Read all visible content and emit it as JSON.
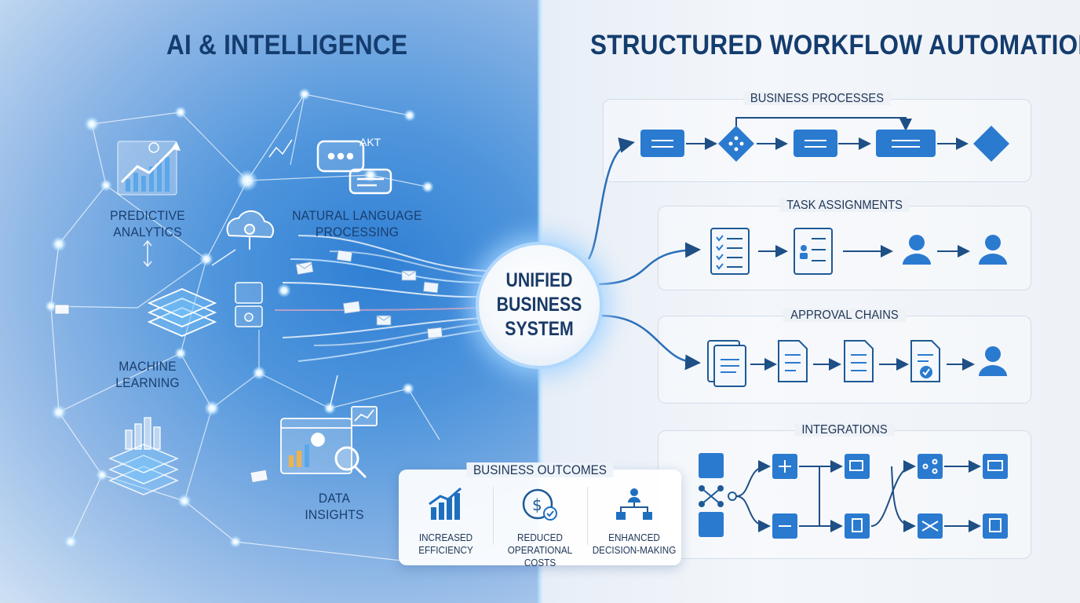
{
  "left_title": "AI & INTELLIGENCE",
  "right_title": "STRUCTURED WORKFLOW AUTOMATION",
  "left_nodes": {
    "predictive": [
      "PREDICTIVE",
      "ANALYTICS"
    ],
    "nlp": [
      "NATURAL LANGUAGE",
      "PROCESSING"
    ],
    "ml": [
      "MACHINE",
      "LEARNING"
    ],
    "data": [
      "DATA",
      "INSIGHTS"
    ],
    "nlp_badge": "AKT"
  },
  "hub": [
    "UNIFIED",
    "BUSINESS",
    "SYSTEM"
  ],
  "panels": {
    "business_processes": "BUSINESS PROCESSES",
    "task_assignments": "TASK ASSIGNMENTS",
    "approval_chains": "APPROVAL CHAINS",
    "integrations": "INTEGRATIONS"
  },
  "outcomes": {
    "title": "BUSINESS OUTCOMES",
    "items": [
      {
        "icon": "bar-chart-up-icon",
        "lines": [
          "INCREASED",
          "EFFICIENCY"
        ]
      },
      {
        "icon": "dollar-check-icon",
        "lines": [
          "REDUCED",
          "OPERATIONAL COSTS"
        ]
      },
      {
        "icon": "org-chart-person-icon",
        "lines": [
          "ENHANCED",
          "DECISION-MAKING"
        ]
      }
    ]
  },
  "colors": {
    "title": "#143c6e",
    "accent": "#1f6fbf",
    "box_fill": "#2a7ad0",
    "icon_stroke": "#1e5a96"
  }
}
